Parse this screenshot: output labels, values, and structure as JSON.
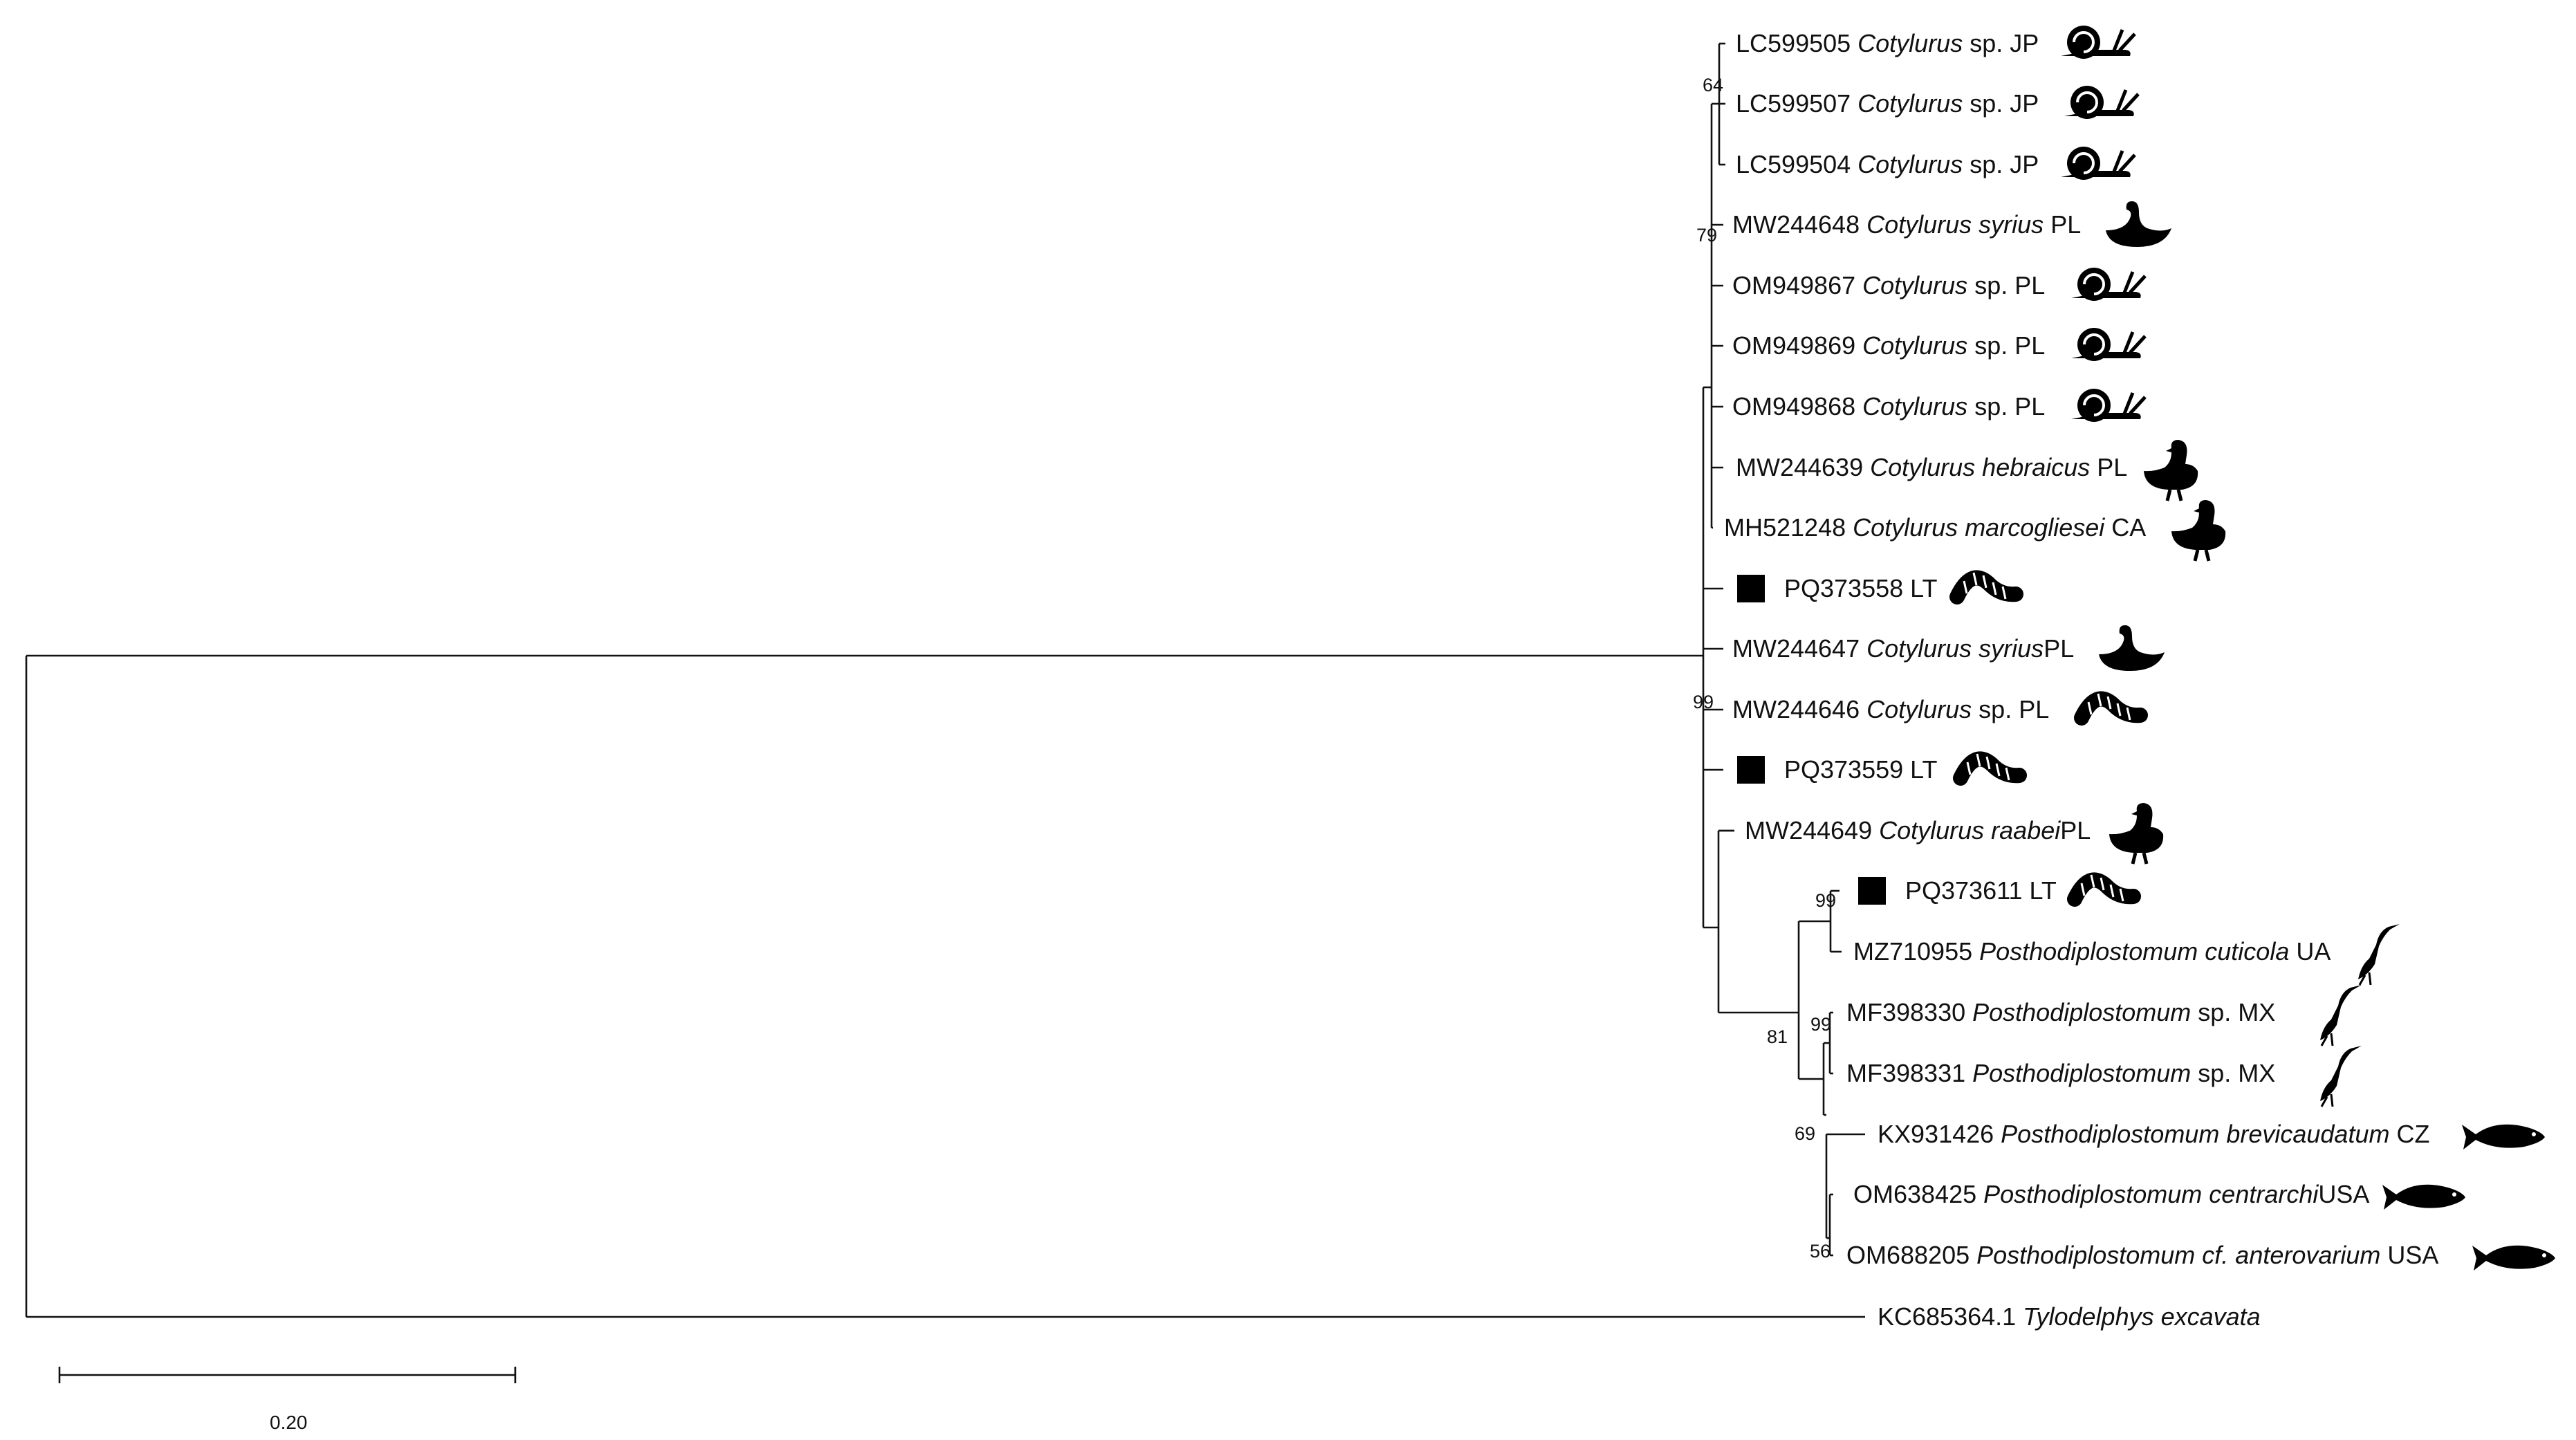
{
  "taxa": [
    {
      "accession": "LC599505",
      "genus": "Cotylurus",
      "epithet": "",
      "suffix": " sp. JP",
      "host": "snail-icon",
      "marker": false
    },
    {
      "accession": "LC599507",
      "genus": "Cotylurus",
      "epithet": "",
      "suffix": " sp. JP",
      "host": "snail-icon",
      "marker": false
    },
    {
      "accession": "LC599504",
      "genus": "Cotylurus",
      "epithet": "",
      "suffix": " sp. JP",
      "host": "snail-icon",
      "marker": false
    },
    {
      "accession": "MW244648",
      "genus": "Cotylurus",
      "epithet": " syrius",
      "suffix": " PL",
      "host": "swan-icon",
      "marker": false
    },
    {
      "accession": "OM949867",
      "genus": "Cotylurus",
      "epithet": "",
      "suffix": " sp. PL",
      "host": "snail-icon",
      "marker": false
    },
    {
      "accession": "OM949869",
      "genus": "Cotylurus",
      "epithet": "",
      "suffix": " sp. PL",
      "host": "snail-icon",
      "marker": false
    },
    {
      "accession": "OM949868",
      "genus": "Cotylurus",
      "epithet": "",
      "suffix": " sp. PL",
      "host": "snail-icon",
      "marker": false
    },
    {
      "accession": "MW244639",
      "genus": "Cotylurus",
      "epithet": " hebraicus",
      "suffix": " PL",
      "host": "duck-icon",
      "marker": false
    },
    {
      "accession": "MH521248",
      "genus": "Cotylurus",
      "epithet": " marcogliesei",
      "suffix": " CA",
      "host": "duck-icon",
      "marker": false
    },
    {
      "accession": "PQ373558",
      "genus": "",
      "epithet": "",
      "suffix": " LT",
      "host": "leech-icon",
      "marker": true
    },
    {
      "accession": "MW244647",
      "genus": "Cotylurus",
      "epithet": " syrius",
      "suffix": "PL",
      "host": "swan-icon",
      "marker": false
    },
    {
      "accession": "MW244646",
      "genus": "Cotylurus",
      "epithet": "",
      "suffix": " sp. PL",
      "host": "leech-icon",
      "marker": false
    },
    {
      "accession": "PQ373559",
      "genus": "",
      "epithet": "",
      "suffix": " LT",
      "host": "leech-icon",
      "marker": true
    },
    {
      "accession": "MW244649",
      "genus": "Cotylurus",
      "epithet": " raabei",
      "suffix": "PL",
      "host": "duck-icon",
      "marker": false
    },
    {
      "accession": "PQ373611",
      "genus": "",
      "epithet": "",
      "suffix": " LT",
      "host": "leech-icon",
      "marker": true
    },
    {
      "accession": "MZ710955",
      "genus": "Posthodiplostomum",
      "epithet": " cuticola",
      "suffix": " UA",
      "host": "heron-icon",
      "marker": false
    },
    {
      "accession": "MF398330",
      "genus": "Posthodiplostomum",
      "epithet": "",
      "suffix": " sp. MX",
      "host": "heron-icon",
      "marker": false
    },
    {
      "accession": "MF398331",
      "genus": "Posthodiplostomum",
      "epithet": "",
      "suffix": " sp. MX",
      "host": "heron-icon",
      "marker": false
    },
    {
      "accession": "KX931426",
      "genus": "Posthodiplostomum",
      "epithet": " brevicaudatum",
      "suffix": " CZ",
      "host": "fish-icon",
      "marker": false
    },
    {
      "accession": "OM638425",
      "genus": "Posthodiplostomum",
      "epithet": " centrarchi",
      "suffix": "USA",
      "host": "fish-icon",
      "marker": false
    },
    {
      "accession": "OM688205",
      "genus": "Posthodiplostomum",
      "epithet": " cf. anterovarium",
      "suffix": " USA",
      "host": "fish-icon",
      "marker": false
    },
    {
      "accession": "KC685364.1",
      "genus": "Tylodelphys",
      "epithet": " excavata",
      "suffix": "",
      "host": "",
      "marker": false
    }
  ],
  "bootstrap_values": [
    "64",
    "79",
    "99",
    "99",
    "99",
    "81",
    "69",
    "56"
  ],
  "scale_bar": {
    "label": "0.20",
    "length": 0.2
  }
}
